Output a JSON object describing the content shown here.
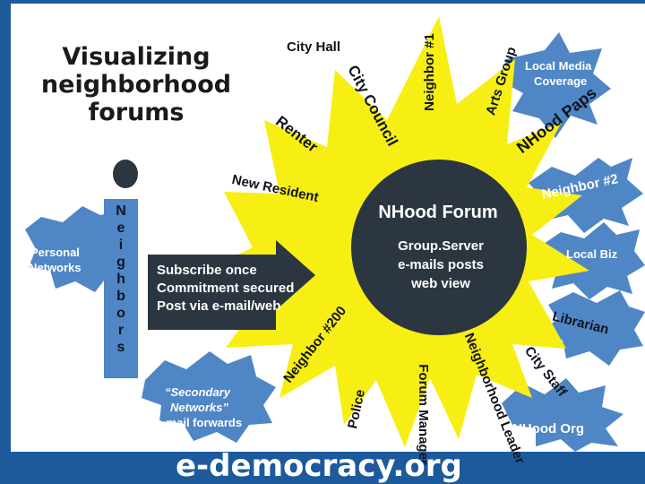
{
  "title": {
    "line1": "Visualizing",
    "line2": "neighborhood",
    "line3": "forums"
  },
  "center": {
    "title": "NHood Forum",
    "line1": "Group.Server",
    "line2": "e-mails posts",
    "line3": "web view"
  },
  "spokes": {
    "city_hall": "City Hall",
    "city_council": "City Council",
    "neighbor_1": "Neighbor #1",
    "arts_group": "Arts Group",
    "local_media_1": "Local Media",
    "local_media_2": "Coverage",
    "nhood_paps": "NHood Paps",
    "neighbor_2": "Neighbor #2",
    "renter": "Renter",
    "new_resident": "New Resident",
    "local_biz": "Local Biz",
    "librarian": "Librarian",
    "city_staff": "City Staff",
    "nhood_org": "NHood Org",
    "neighborhood_leader": "Neighborhood Leader",
    "forum_manager": "Forum Manager",
    "police": "Police",
    "neighbor_200": "Neighbor #200",
    "secondary_1": "“Secondary",
    "secondary_2": "Networks”",
    "secondary_3": "e-mail forwards",
    "personal_1": "Personal",
    "personal_2": "Networks"
  },
  "neighbors_vertical": [
    "N",
    "e",
    "i",
    "g",
    "h",
    "b",
    "o",
    "r",
    "s"
  ],
  "arrow": {
    "line1": "Subscribe once",
    "line2": "Commitment secured",
    "line3": "Post via e-mail/web"
  },
  "footer": "e-democracy.org",
  "colors": {
    "background": "#1c5a9c",
    "starburst": "#f7ef13",
    "center": "#2b3640",
    "blob": "#4f86c6",
    "arrow": "#2b3640"
  }
}
